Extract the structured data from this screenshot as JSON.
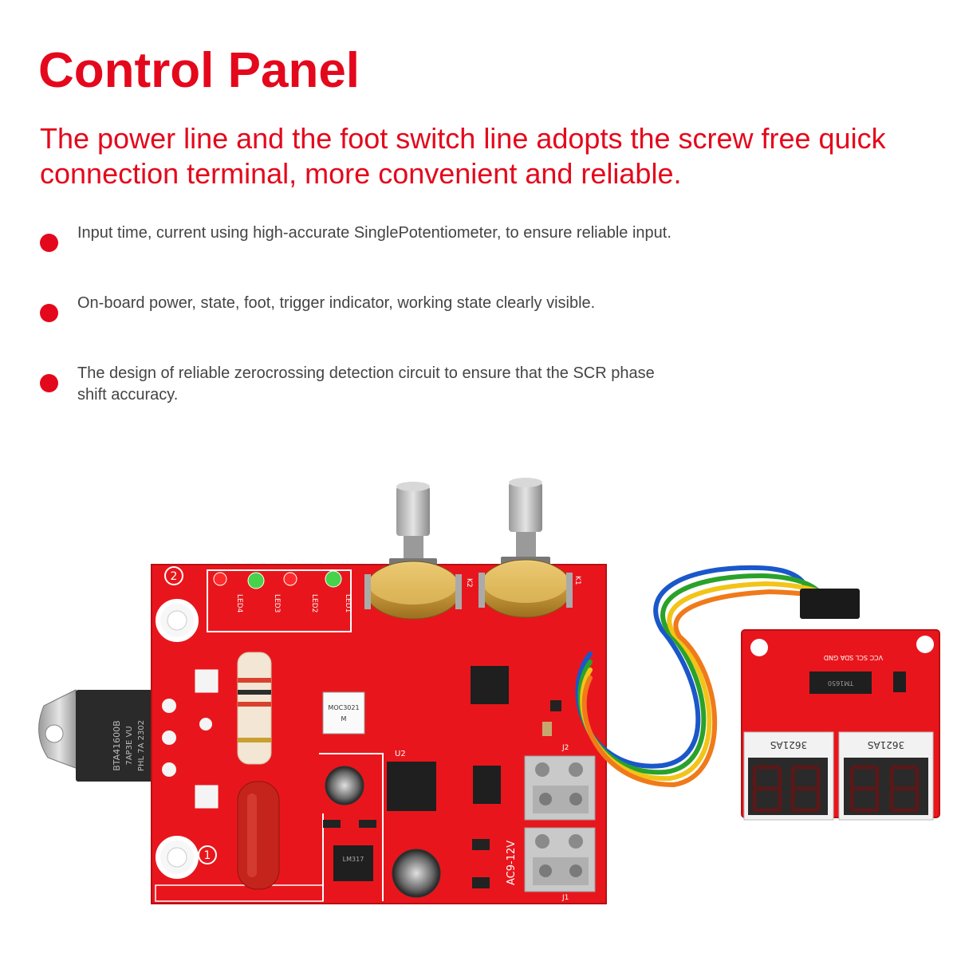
{
  "header": {
    "title": "Control Panel",
    "subtitle": "The power line and the foot switch line adopts the screw free quick connection terminal, more convenient and reliable."
  },
  "features": [
    {
      "text": "Input time, current using high-accurate SinglePotentiometer, to ensure reliable input."
    },
    {
      "text": "On-board power, state, foot, trigger indicator, working state clearly visible."
    },
    {
      "text": "The design of reliable zerocrossing detection circuit to ensure that the SCR phase shift accuracy."
    }
  ],
  "board": {
    "colors": {
      "pcb": "#e8161c",
      "silk": "#ffffff",
      "terminal": "#c9c9c9",
      "knob_metal": "#b8b8b8",
      "pot_body": "#d4a84a"
    },
    "mount_labels": [
      "2",
      "1"
    ],
    "led_labels": [
      "LED4",
      "LED3",
      "LED2",
      "LED1"
    ],
    "triac_marking": [
      "BTA41600B",
      "7AP3E VU",
      "PHL 7A 2302"
    ],
    "opto_marking": [
      "MOC3021",
      "M"
    ],
    "ic_label": "U2",
    "terminal_labels": [
      "J2",
      "J1"
    ],
    "power_label": "AC9-12V",
    "pot_labels": [
      "K2",
      "K1"
    ],
    "regulator_marking": "LM317"
  },
  "display_module": {
    "digit_marking": [
      "3621AS",
      "3621AS"
    ],
    "header_pins": "VCC SCL SDA GND",
    "ic_marking": "TM1650",
    "wire_colors": [
      "#1a57c9",
      "#2aa22a",
      "#f2c418",
      "#f07a1a"
    ]
  }
}
